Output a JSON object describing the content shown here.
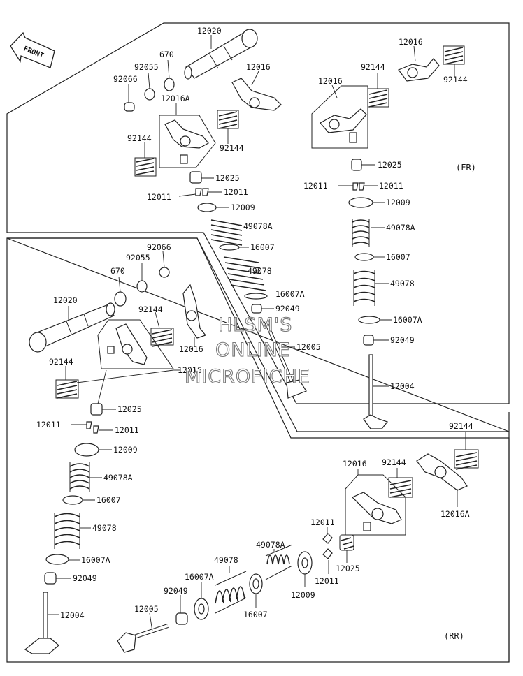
{
  "diagram": {
    "front_label": "FRONT",
    "section_tags": {
      "fr": "(FR)",
      "rr": "(RR)"
    },
    "watermark": [
      "HLSM'S",
      "ONLINE",
      "MICROFICHE"
    ],
    "part_numbers": {
      "camshaft": "12020",
      "o_ring": "670",
      "seal_ring": "92055",
      "plug": "92066",
      "rocker_arm": "12016",
      "rocker_arm_a": "12016A",
      "spring": "92144",
      "tappet": "12025",
      "cotter": "12011",
      "retainer": "12009",
      "outer_spring_a": "49078A",
      "washer": "16007",
      "valve_spring": "49078",
      "washer_a": "16007A",
      "stem_seal": "92049",
      "exhaust_valve": "12005",
      "intake_valve": "12004"
    }
  }
}
